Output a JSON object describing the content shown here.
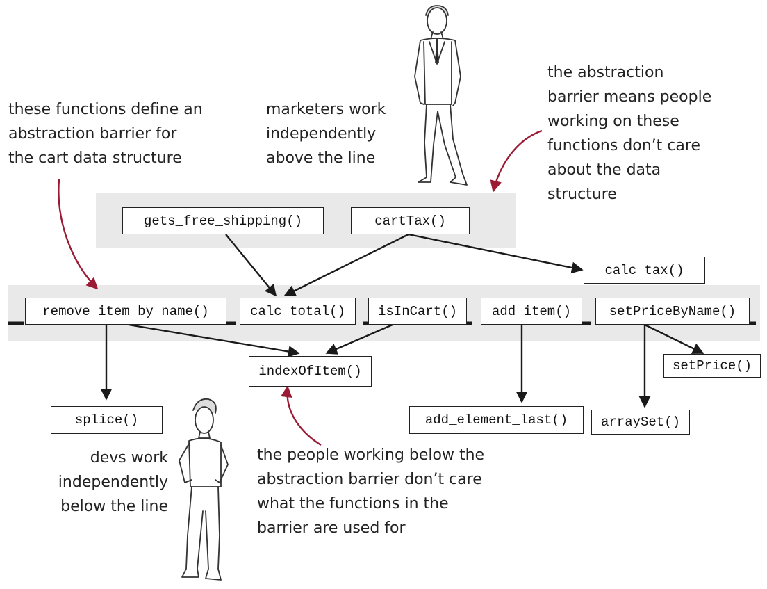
{
  "notes": {
    "barrier_definition": [
      "these functions define an",
      "abstraction barrier for",
      "the cart data structure"
    ],
    "marketers": [
      "marketers work",
      "independently",
      "above the line"
    ],
    "abstraction_top": [
      "the abstraction",
      "barrier means people",
      "working on these",
      "functions don’t care",
      "about the data",
      "structure"
    ],
    "devs": [
      "devs work",
      "independently",
      "below the line"
    ],
    "abstraction_bottom": [
      "the people working below the",
      "abstraction barrier don’t care",
      "what the functions in the",
      "barrier are used for"
    ]
  },
  "functions": {
    "top": [
      "gets_free_shipping()",
      "cartTax()"
    ],
    "calc_tax": "calc_tax()",
    "barrier": [
      "remove_item_by_name()",
      "calc_total()",
      "isInCart()",
      "add_item()",
      "setPriceByName()"
    ],
    "lower": {
      "indexOfItem": "indexOfItem()",
      "splice": "splice()",
      "add_element_last": "add_element_last()",
      "arraySet": "arraySet()",
      "setPrice": "setPrice()"
    }
  },
  "colors": {
    "band": "#e9e9e9",
    "arrow": "#1a1a1a",
    "annotation_arrow": "#9b1b34",
    "box_border": "#222222"
  }
}
